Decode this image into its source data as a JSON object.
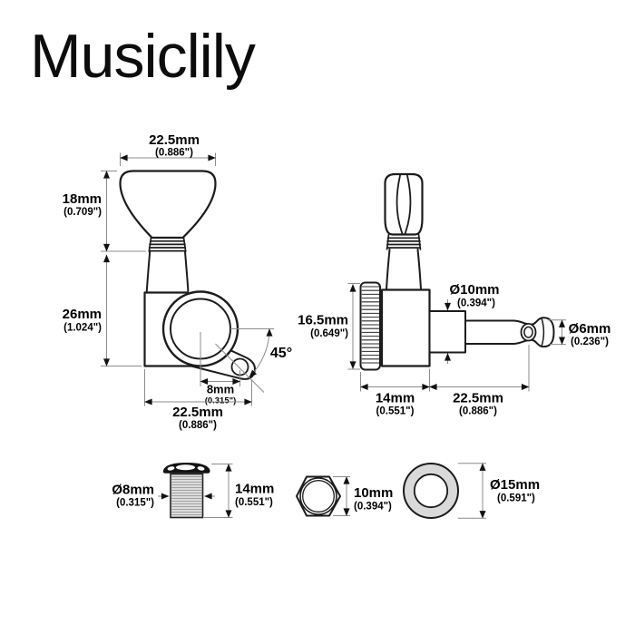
{
  "brand": {
    "name": "Musiclily"
  },
  "colors": {
    "line": "#1c1c1c",
    "extension_line": "#8c8c8c",
    "thread_fill": "#dcdcdc",
    "washer_fill": "#d9d9d9",
    "cap_fill": "#141414"
  },
  "front_view": {
    "button_width_mm": "22.5mm",
    "button_width_in": "(0.886\")",
    "button_height_mm": "18mm",
    "button_height_in": "(0.709\")",
    "body_height_mm": "26mm",
    "body_height_in": "(1.024\")",
    "screw_hole_offset_mm": "8mm",
    "screw_hole_offset_in": "(0.315\")",
    "body_width_mm": "22.5mm",
    "body_width_in": "(0.886\")",
    "ear_angle": "45°"
  },
  "side_view": {
    "housing_height_mm": "16.5mm",
    "housing_height_in": "(0.649\")",
    "housing_depth_mm": "14mm",
    "housing_depth_in": "(0.551\")",
    "post_length_mm": "22.5mm",
    "post_length_in": "(0.886\")",
    "bushing_dia_mm": "Ø10mm",
    "bushing_dia_in": "(0.394\")",
    "post_dia_mm": "Ø6mm",
    "post_dia_in": "(0.236\")"
  },
  "hardware": {
    "bushing_dia_mm": "Ø8mm",
    "bushing_dia_in": "(0.315\")",
    "bushing_height_mm": "14mm",
    "bushing_height_in": "(0.551\")",
    "nut_size_mm": "10mm",
    "nut_size_in": "(0.394\")",
    "washer_dia_mm": "Ø15mm",
    "washer_dia_in": "(0.591\")"
  }
}
